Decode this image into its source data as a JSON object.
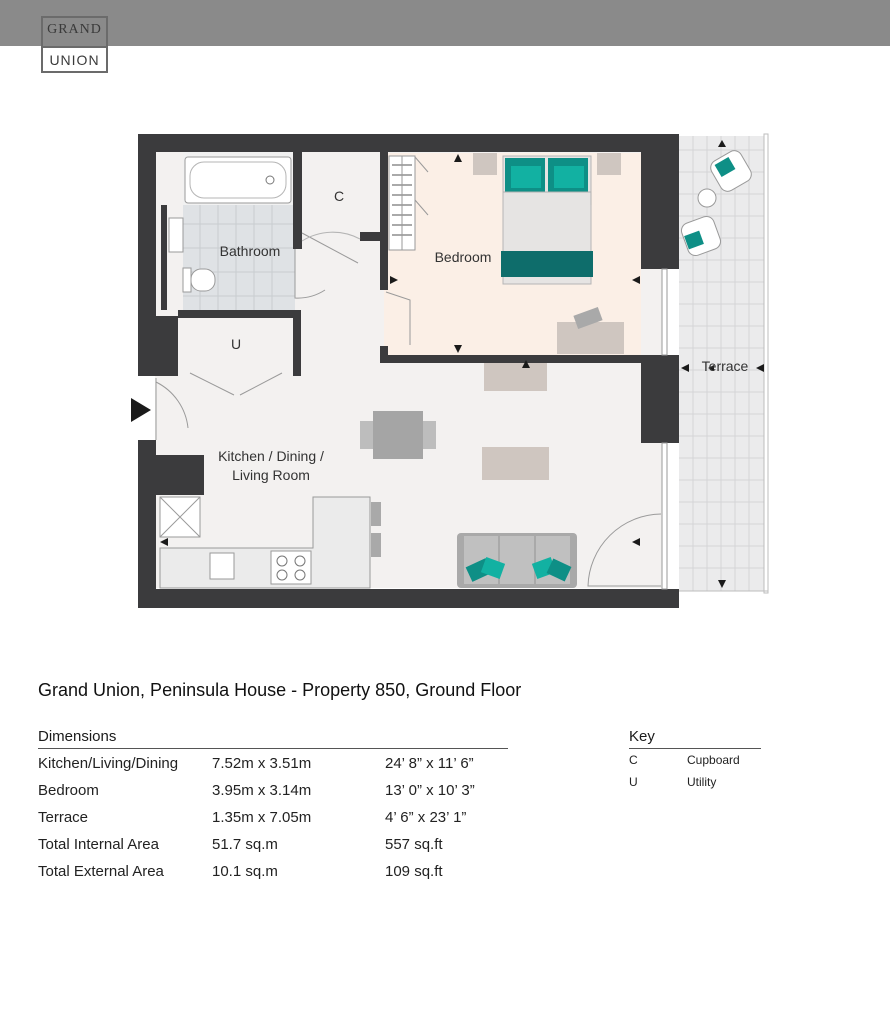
{
  "brand": {
    "line1": "GRAND",
    "line2": "UNION"
  },
  "plan_labels": {
    "cupboard": "C",
    "bathroom": "Bathroom",
    "bedroom": "Bedroom",
    "utility": "U",
    "terrace": "Terrace",
    "living_line1": "Kitchen / Dining /",
    "living_line2": "Living Room"
  },
  "title": "Grand Union, Peninsula House - Property 850, Ground Floor",
  "dimensions": {
    "heading": "Dimensions",
    "rows": [
      {
        "name": "Kitchen/Living/Dining",
        "metric": "7.52m x 3.51m",
        "imperial": "24’ 8” x 11’ 6”"
      },
      {
        "name": "Bedroom",
        "metric": "3.95m x 3.14m",
        "imperial": "13’ 0” x 10’ 3”"
      },
      {
        "name": "Terrace",
        "metric": "1.35m x 7.05m",
        "imperial": "4’ 6” x 23’ 1”"
      },
      {
        "name": "Total Internal Area",
        "metric": "51.7 sq.m",
        "imperial": "557 sq.ft"
      },
      {
        "name": "Total External Area",
        "metric": "10.1 sq.m",
        "imperial": "109 sq.ft"
      }
    ]
  },
  "key": {
    "heading": "Key",
    "items": [
      {
        "code": "C",
        "label": "Cupboard"
      },
      {
        "code": "U",
        "label": "Utility"
      }
    ]
  },
  "colors": {
    "wall": "#3b3b3d",
    "floor": "#f3f1f0",
    "bedroom_floor": "#fbefe6",
    "bathroom_floor": "#dfe2e5",
    "accent_teal": "#0e6d6b",
    "terrace": "#e9e9ea"
  }
}
